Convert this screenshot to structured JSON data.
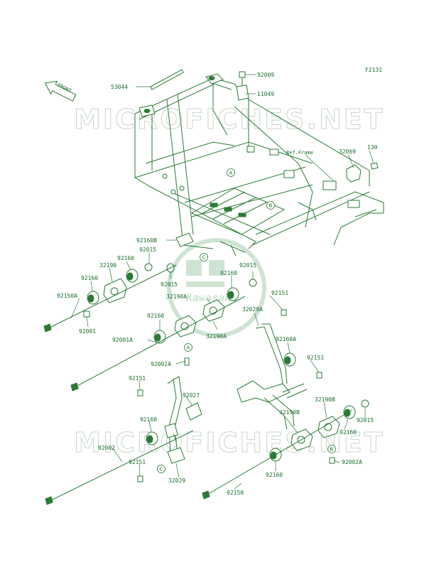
{
  "figure_code": "F2131",
  "front_label": "FRONT",
  "watermark_text": "MICROFICHES.NET",
  "logo_text": "Kawasaki",
  "ref_frame_label": "Ref.Frame",
  "colors": {
    "line": "#2a7a35",
    "text": "#1a6e2a",
    "watermark": "#c9d6cd",
    "logo": "#cfe3d3"
  },
  "parts": [
    {
      "id": "p53044",
      "number": "53044"
    },
    {
      "id": "p92009",
      "number": "92009"
    },
    {
      "id": "p11049",
      "number": "11049"
    },
    {
      "id": "p32069",
      "number": "32069"
    },
    {
      "id": "p130",
      "number": "130"
    },
    {
      "id": "p92160B",
      "number": "92160B"
    },
    {
      "id": "p92015a",
      "number": "92015"
    },
    {
      "id": "p92160a",
      "number": "92160"
    },
    {
      "id": "p32190",
      "number": "32190"
    },
    {
      "id": "p92160b",
      "number": "92160"
    },
    {
      "id": "p92150A",
      "number": "92150A"
    },
    {
      "id": "p92001",
      "number": "92001"
    },
    {
      "id": "p92015b",
      "number": "92015"
    },
    {
      "id": "p32190A_top",
      "number": "32190A"
    },
    {
      "id": "p92160c",
      "number": "92160"
    },
    {
      "id": "p92015c",
      "number": "92015"
    },
    {
      "id": "p92151a",
      "number": "92151"
    },
    {
      "id": "p32029A",
      "number": "32029A"
    },
    {
      "id": "p92160d",
      "number": "92160"
    },
    {
      "id": "p32190A_bot",
      "number": "32190A"
    },
    {
      "id": "p92001A",
      "number": "92001A"
    },
    {
      "id": "p92160A",
      "number": "92160A"
    },
    {
      "id": "p92002A_top",
      "number": "92002A"
    },
    {
      "id": "p92151b",
      "number": "92151"
    },
    {
      "id": "p92151c",
      "number": "92151"
    },
    {
      "id": "p92027",
      "number": "92027"
    },
    {
      "id": "p32190B_a",
      "number": "32190B"
    },
    {
      "id": "p32190B_b",
      "number": "32190B"
    },
    {
      "id": "p92160e",
      "number": "92160"
    },
    {
      "id": "p92015d",
      "number": "92015"
    },
    {
      "id": "p92160f",
      "number": "92160"
    },
    {
      "id": "p92002",
      "number": "92002"
    },
    {
      "id": "p92151d",
      "number": "92151"
    },
    {
      "id": "p32029",
      "number": "32029"
    },
    {
      "id": "p92160g",
      "number": "92160"
    },
    {
      "id": "p92002A_bot",
      "number": "92002A"
    },
    {
      "id": "p92150",
      "number": "92150"
    }
  ],
  "callouts": [
    {
      "id": "cA1",
      "letter": "A"
    },
    {
      "id": "cB1",
      "letter": "B"
    },
    {
      "id": "cC1",
      "letter": "C"
    },
    {
      "id": "cA2",
      "letter": "A"
    },
    {
      "id": "cB2",
      "letter": "B"
    },
    {
      "id": "cC2",
      "letter": "C"
    }
  ]
}
